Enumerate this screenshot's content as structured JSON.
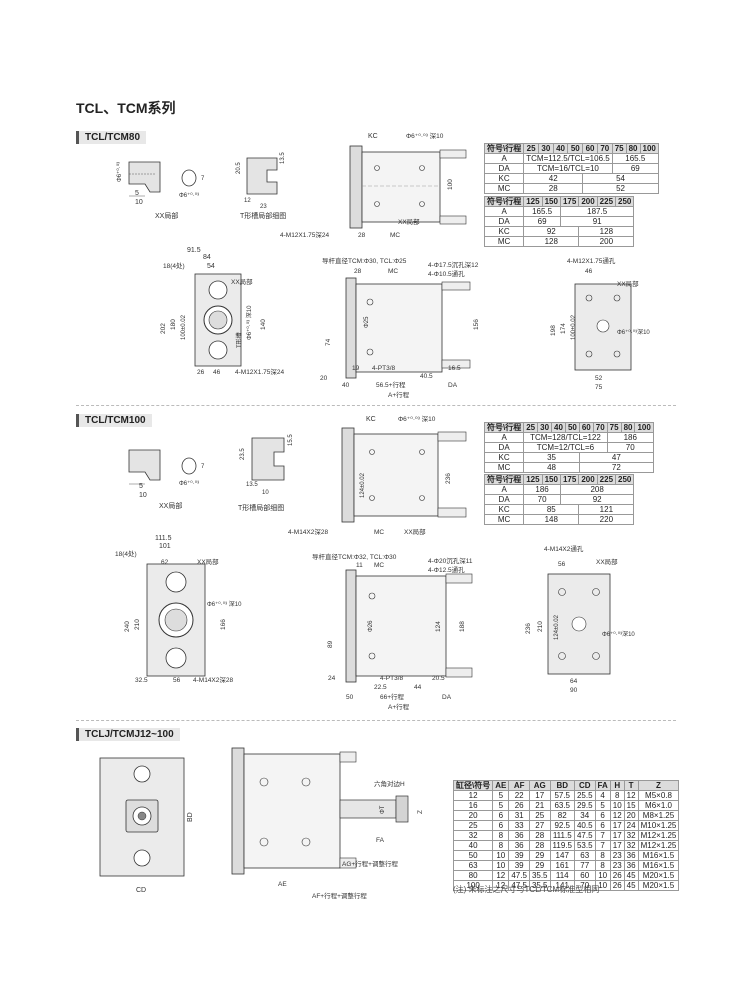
{
  "page": {
    "title": "TCL、TCM系列"
  },
  "sections": {
    "s80": {
      "tag": "TCL/TCM80"
    },
    "s100": {
      "tag": "TCL/TCM100"
    },
    "sj": {
      "tag": "TCLJ/TCMJ12~100"
    }
  },
  "labels80": {
    "xx_detail": "XX局部",
    "t_detail": "T形槽局部细图",
    "kc": "KC",
    "bore_top": "Φ6⁺⁰·⁰³ 深10",
    "xx_local": "XX局部",
    "mtop": "4-M12X1.75深24",
    "d28": "28",
    "mc": "MC",
    "d100": "100",
    "d915": "91.5",
    "d84": "84",
    "d54": "54",
    "d18": "18(4处)",
    "xx": "XX局部",
    "d202": "202",
    "d180": "180",
    "d100b": "100±0.02",
    "d140": "140",
    "tslot": "T形槽",
    "bore_side": "Φ6⁺⁰·⁰³ 深10",
    "d26": "26",
    "d46": "46",
    "mbot": "4-M12X1.75深24",
    "rod_guide": "导杆直径TCM:Φ30, TCL:Φ25",
    "c28": "28",
    "cmc": "MC",
    "hole1": "4-Φ17.5沉孔深12",
    "hole2": "4-Φ10.5通孔",
    "phi25": "Φ25",
    "d74": "74",
    "d156": "156",
    "pt": "4-PT3/8",
    "d19": "19",
    "d405": "40.5",
    "d165": "16.5",
    "d20": "20",
    "d40": "40",
    "d565": "56.5+行程",
    "da": "DA",
    "aplus": "A+行程",
    "r_thru": "4-M12X1.75通孔",
    "r46": "46",
    "r_xx": "XX局部",
    "r198": "198",
    "r174": "174",
    "r100": "100±0.02",
    "r_bore": "Φ6⁺⁰·⁰³深10",
    "r52": "52",
    "r75": "75",
    "d10": "10",
    "d5": "5",
    "phi6": "Φ6⁺⁰·⁰³",
    "d7": "7",
    "d205": "20.5",
    "d135": "13.5",
    "d12": "12",
    "d23": "23"
  },
  "labels100": {
    "xx_detail": "XX局部",
    "t_detail": "T形槽局部细图",
    "kc": "KC",
    "bore_top": "Φ6⁺⁰·⁰³ 深10",
    "d124": "124±0.02",
    "d236": "236",
    "mtop": "4-M14X2深28",
    "mc": "MC",
    "xx_local": "XX局部",
    "d1115": "111.5",
    "d101": "101",
    "d18": "18(4处)",
    "d62": "62",
    "xx": "XX局部",
    "bore_side": "Φ6⁺⁰·⁰³ 深10",
    "d240": "240",
    "d210": "210",
    "d166": "166",
    "d325": "32.5",
    "d56": "56",
    "mbot": "4-M14X2深28",
    "rod_guide": "导杆直径TCM:Φ32, TCL:Φ30",
    "c11": "11",
    "cmc": "MC",
    "hole1": "4-Φ20沉孔深11",
    "hole2": "4-Φ12.5通孔",
    "phi26": "Φ26",
    "d89": "89",
    "d124b": "124",
    "d188": "188",
    "d24": "24",
    "pt": "4-PT3/8",
    "d205": "20.5",
    "d225": "22.5",
    "d44": "44",
    "d50": "50",
    "d66": "66+行程",
    "da": "DA",
    "aplus": "A+行程",
    "r_thru": "4-M14X2通孔",
    "r56": "56",
    "r_xx": "XX局部",
    "r236": "236",
    "r210": "210",
    "r124": "124±0.02",
    "r_bore": "Φ6⁺⁰·⁰³深10",
    "r64": "64",
    "r90": "90",
    "d10": "10",
    "d5": "5",
    "phi6": "Φ6⁺⁰·⁰³",
    "d7": "7",
    "d235": "23.5",
    "d155": "15.5",
    "d135": "13.5",
    "d10b": "10"
  },
  "labelsj": {
    "bd": "BD",
    "cd": "CD",
    "hex": "六角对边H",
    "phit": "ΦT",
    "z": "Z",
    "fa": "FA",
    "ag": "AG+行程+调整行程",
    "ae": "AE",
    "af": "AF+行程+调整行程"
  },
  "table80a": {
    "header": [
      "符号\\行程",
      "25",
      "30",
      "40",
      "50",
      "60",
      "70",
      "75",
      "80",
      "100"
    ],
    "rows": [
      [
        "A",
        "TCM=112.5/TCL=106.5",
        "165.5"
      ],
      [
        "DA",
        "TCM=16/TCL=10",
        "69"
      ],
      [
        "KC",
        "42",
        "54"
      ],
      [
        "MC",
        "28",
        "52"
      ]
    ]
  },
  "table80b": {
    "header": [
      "符号\\行程",
      "125",
      "150",
      "175",
      "200",
      "225",
      "250"
    ],
    "rows": [
      [
        "A",
        "165.5",
        "187.5"
      ],
      [
        "DA",
        "69",
        "91"
      ],
      [
        "KC",
        "92",
        "128"
      ],
      [
        "MC",
        "128",
        "200"
      ]
    ]
  },
  "table100a": {
    "header": [
      "符号\\行程",
      "25",
      "30",
      "40",
      "50",
      "60",
      "70",
      "75",
      "80",
      "100"
    ],
    "rows": [
      [
        "A",
        "TCM=128/TCL=122",
        "186"
      ],
      [
        "DA",
        "TCM=12/TCL=6",
        "70"
      ],
      [
        "KC",
        "35",
        "47"
      ],
      [
        "MC",
        "48",
        "72"
      ]
    ]
  },
  "table100b": {
    "header": [
      "符号\\行程",
      "125",
      "150",
      "175",
      "200",
      "225",
      "250"
    ],
    "rows": [
      [
        "A",
        "186",
        "208"
      ],
      [
        "DA",
        "70",
        "92"
      ],
      [
        "KC",
        "85",
        "121"
      ],
      [
        "MC",
        "148",
        "220"
      ]
    ]
  },
  "tablej": {
    "header": [
      "缸径\\符号",
      "AE",
      "AF",
      "AG",
      "BD",
      "CD",
      "FA",
      "H",
      "T",
      "Z"
    ],
    "rows": [
      [
        "12",
        "5",
        "22",
        "17",
        "57.5",
        "25.5",
        "4",
        "8",
        "12",
        "M5×0.8"
      ],
      [
        "16",
        "5",
        "26",
        "21",
        "63.5",
        "29.5",
        "5",
        "10",
        "15",
        "M6×1.0"
      ],
      [
        "20",
        "6",
        "31",
        "25",
        "82",
        "34",
        "6",
        "12",
        "20",
        "M8×1.25"
      ],
      [
        "25",
        "6",
        "33",
        "27",
        "92.5",
        "40.5",
        "6",
        "17",
        "24",
        "M10×1.25"
      ],
      [
        "32",
        "8",
        "36",
        "28",
        "111.5",
        "47.5",
        "7",
        "17",
        "32",
        "M12×1.25"
      ],
      [
        "40",
        "8",
        "36",
        "28",
        "119.5",
        "53.5",
        "7",
        "17",
        "32",
        "M12×1.25"
      ],
      [
        "50",
        "10",
        "39",
        "29",
        "147",
        "63",
        "8",
        "23",
        "36",
        "M16×1.5"
      ],
      [
        "63",
        "10",
        "39",
        "29",
        "161",
        "77",
        "8",
        "23",
        "36",
        "M16×1.5"
      ],
      [
        "80",
        "12",
        "47.5",
        "35.5",
        "114",
        "60",
        "10",
        "26",
        "45",
        "M20×1.5"
      ],
      [
        "100",
        "12",
        "47.5",
        "35.5",
        "141",
        "70",
        "10",
        "26",
        "45",
        "M20×1.5"
      ]
    ],
    "note": "(注) 未标注之尺寸与TCL/TCM标准型相同"
  }
}
